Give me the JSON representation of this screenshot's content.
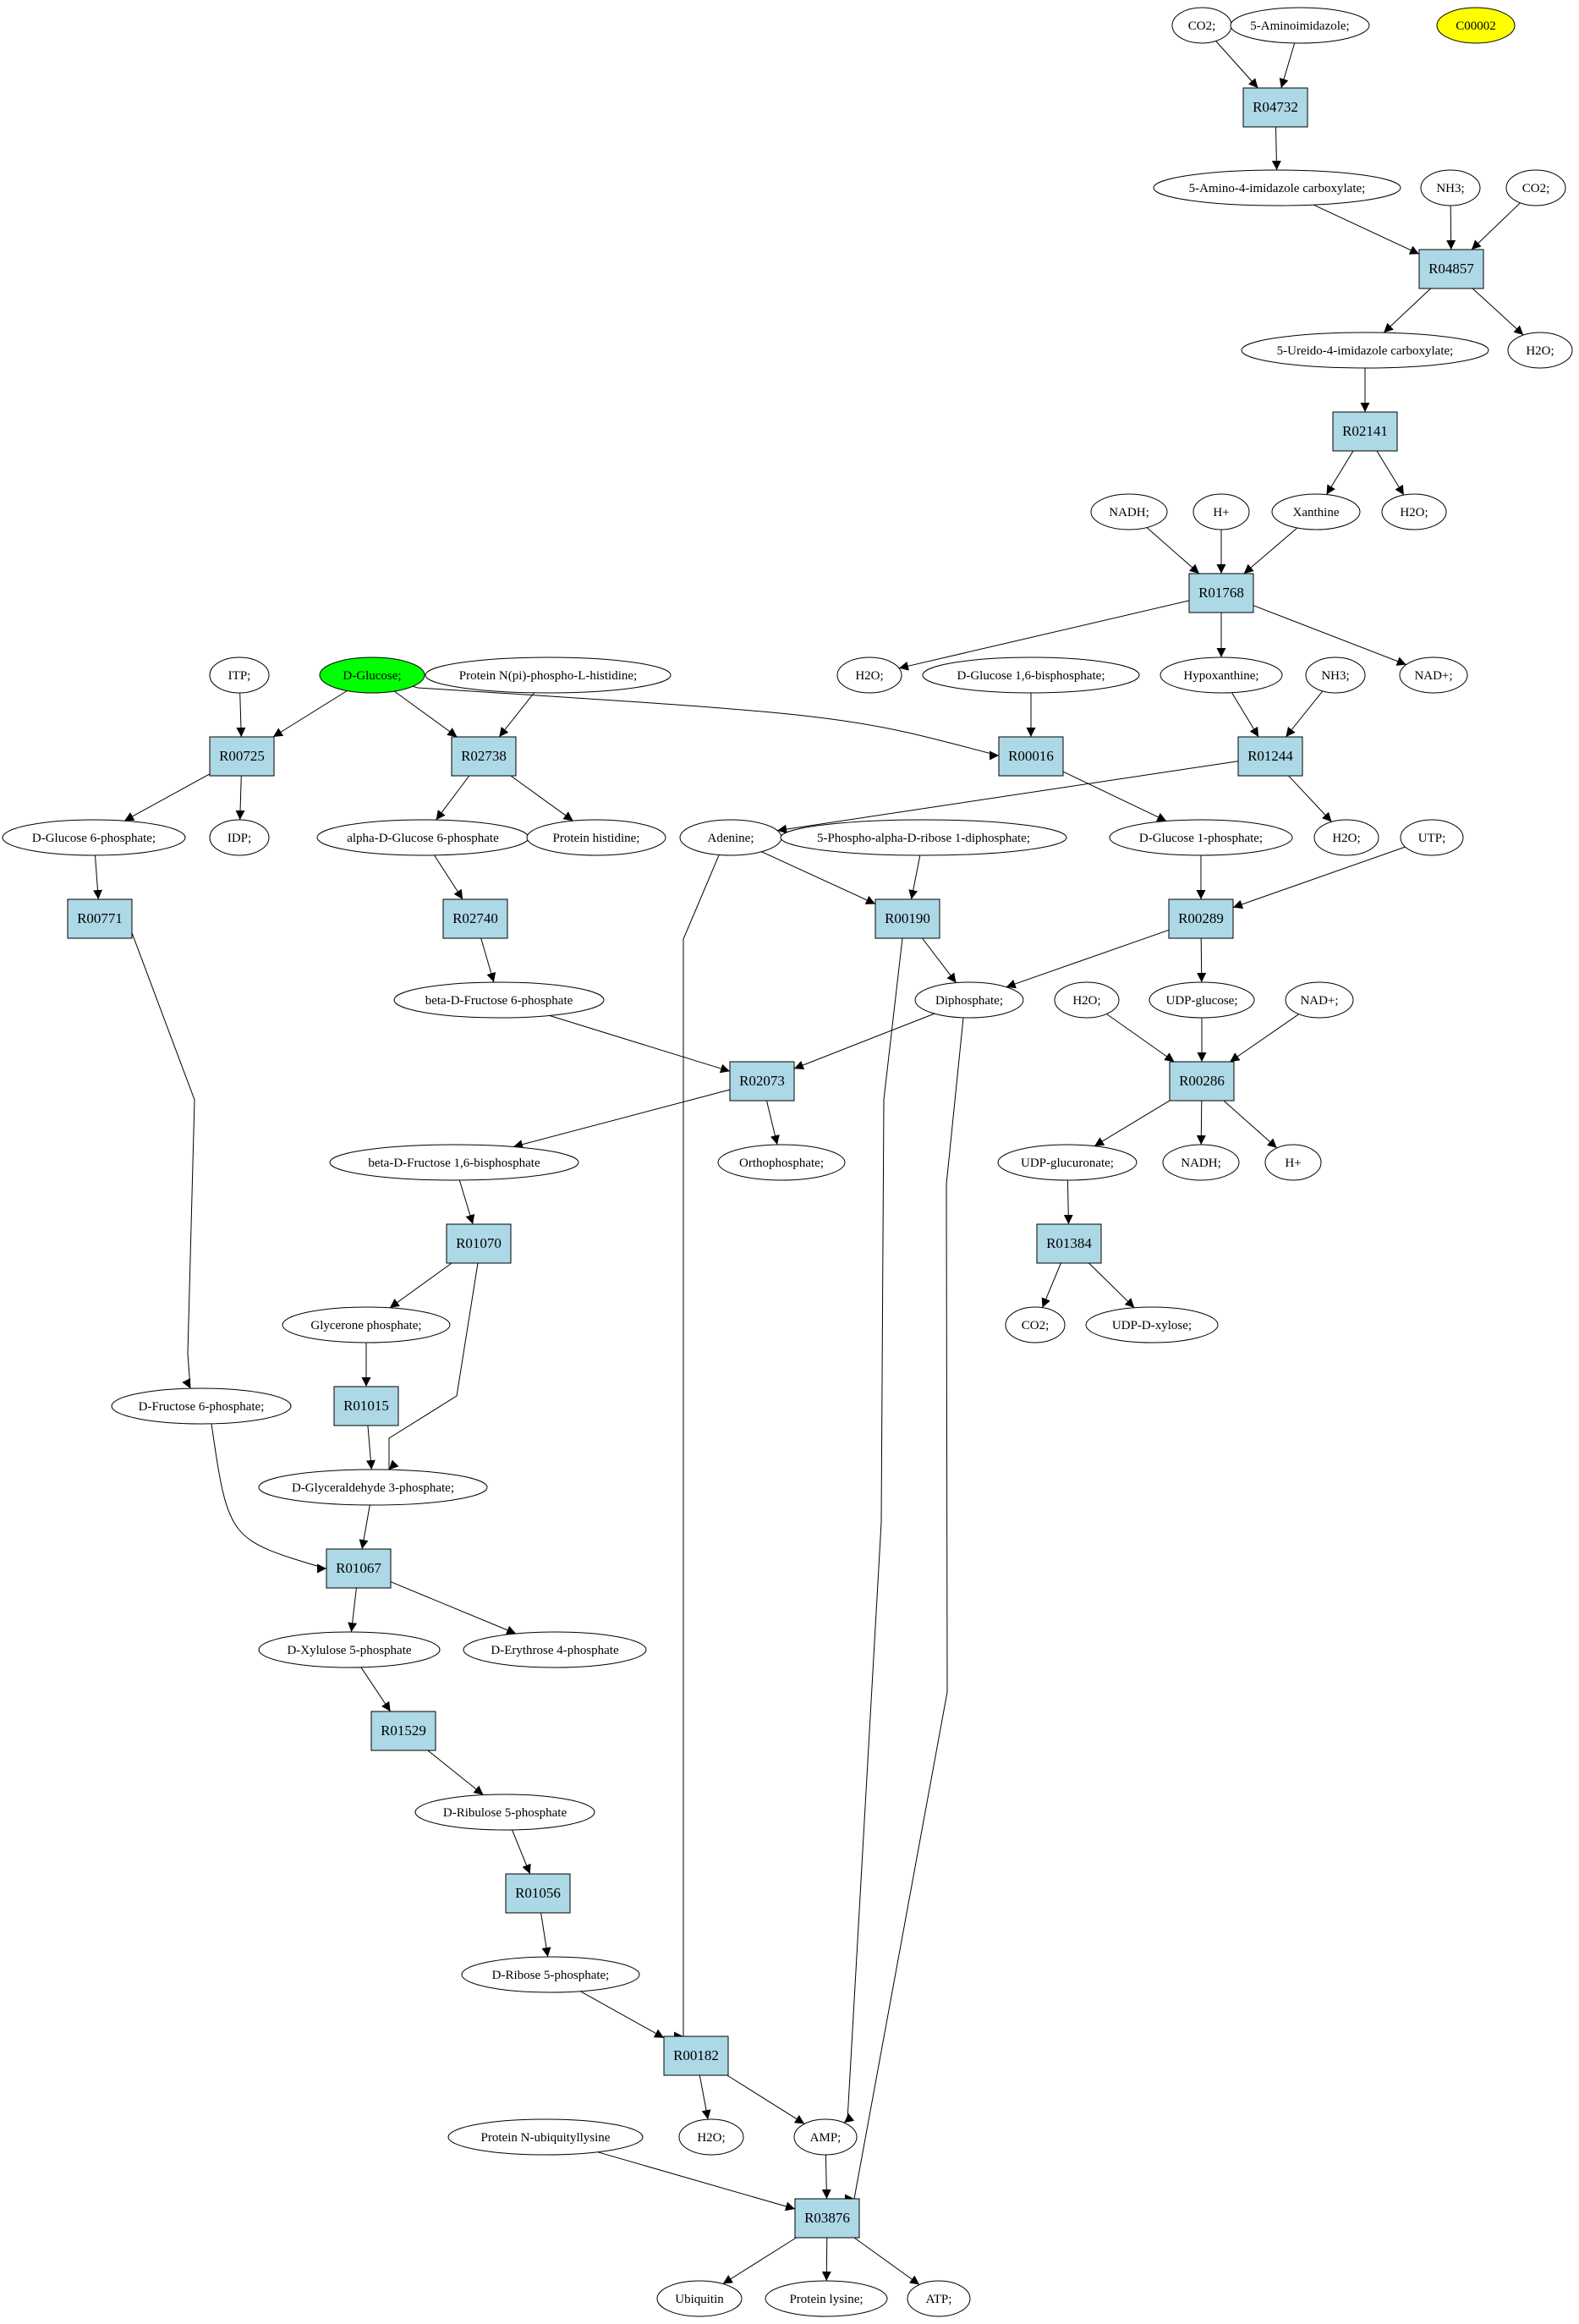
{
  "colors": {
    "reaction_fill": "#add8e6",
    "compound_fill": "#ffffff",
    "highlight_source": "#00ff00",
    "highlight_target": "#ffff00",
    "stroke": "#000000"
  },
  "nodes": [
    {
      "id": "c_co2_1",
      "label": "CO2;",
      "kind": "compound"
    },
    {
      "id": "c_5aminoimidazole",
      "label": "5-Aminoimidazole;",
      "kind": "compound"
    },
    {
      "id": "c_c00002",
      "label": "C00002",
      "kind": "compound",
      "highlight": "target"
    },
    {
      "id": "r_R04732",
      "label": "R04732",
      "kind": "reaction"
    },
    {
      "id": "c_5amino4imid",
      "label": "5-Amino-4-imidazole carboxylate;",
      "kind": "compound"
    },
    {
      "id": "c_nh3_1",
      "label": "NH3;",
      "kind": "compound"
    },
    {
      "id": "c_co2_2",
      "label": "CO2;",
      "kind": "compound"
    },
    {
      "id": "r_R04857",
      "label": "R04857",
      "kind": "reaction"
    },
    {
      "id": "c_5ureido",
      "label": "5-Ureido-4-imidazole carboxylate;",
      "kind": "compound"
    },
    {
      "id": "c_h2o_1",
      "label": "H2O;",
      "kind": "compound"
    },
    {
      "id": "r_R02141",
      "label": "R02141",
      "kind": "reaction"
    },
    {
      "id": "c_nadh_1",
      "label": "NADH;",
      "kind": "compound"
    },
    {
      "id": "c_hplus_1",
      "label": "H+",
      "kind": "compound"
    },
    {
      "id": "c_xanthine",
      "label": "Xanthine",
      "kind": "compound"
    },
    {
      "id": "c_h2o_2",
      "label": "H2O;",
      "kind": "compound"
    },
    {
      "id": "r_R01768",
      "label": "R01768",
      "kind": "reaction"
    },
    {
      "id": "c_itp",
      "label": "ITP;",
      "kind": "compound"
    },
    {
      "id": "c_dglucose",
      "label": "D-Glucose;",
      "kind": "compound",
      "highlight": "source"
    },
    {
      "id": "c_protnpi",
      "label": "Protein N(pi)-phospho-L-histidine;",
      "kind": "compound"
    },
    {
      "id": "c_h2o_3",
      "label": "H2O;",
      "kind": "compound"
    },
    {
      "id": "c_dg16bp",
      "label": "D-Glucose 1,6-bisphosphate;",
      "kind": "compound"
    },
    {
      "id": "c_hypoxanthine",
      "label": "Hypoxanthine;",
      "kind": "compound"
    },
    {
      "id": "c_nh3_2",
      "label": "NH3;",
      "kind": "compound"
    },
    {
      "id": "c_nadplus_1",
      "label": "NAD+;",
      "kind": "compound"
    },
    {
      "id": "r_R00725",
      "label": "R00725",
      "kind": "reaction"
    },
    {
      "id": "r_R02738",
      "label": "R02738",
      "kind": "reaction"
    },
    {
      "id": "r_R00016",
      "label": "R00016",
      "kind": "reaction"
    },
    {
      "id": "r_R01244",
      "label": "R01244",
      "kind": "reaction"
    },
    {
      "id": "c_dg6p",
      "label": "D-Glucose 6-phosphate;",
      "kind": "compound"
    },
    {
      "id": "c_idp",
      "label": "IDP;",
      "kind": "compound"
    },
    {
      "id": "c_adg6p",
      "label": "alpha-D-Glucose 6-phosphate",
      "kind": "compound"
    },
    {
      "id": "c_prothis",
      "label": "Protein histidine;",
      "kind": "compound"
    },
    {
      "id": "c_adenine",
      "label": "Adenine;",
      "kind": "compound"
    },
    {
      "id": "c_prpp",
      "label": "5-Phospho-alpha-D-ribose 1-diphosphate;",
      "kind": "compound"
    },
    {
      "id": "c_dg1p",
      "label": "D-Glucose 1-phosphate;",
      "kind": "compound"
    },
    {
      "id": "c_h2o_4",
      "label": "H2O;",
      "kind": "compound"
    },
    {
      "id": "c_utp",
      "label": "UTP;",
      "kind": "compound"
    },
    {
      "id": "r_R00771",
      "label": "R00771",
      "kind": "reaction"
    },
    {
      "id": "r_R02740",
      "label": "R02740",
      "kind": "reaction"
    },
    {
      "id": "r_R00190",
      "label": "R00190",
      "kind": "reaction"
    },
    {
      "id": "r_R00289",
      "label": "R00289",
      "kind": "reaction"
    },
    {
      "id": "c_bdf6p",
      "label": "beta-D-Fructose 6-phosphate",
      "kind": "compound"
    },
    {
      "id": "c_diphosphate",
      "label": "Diphosphate;",
      "kind": "compound"
    },
    {
      "id": "c_h2o_5",
      "label": "H2O;",
      "kind": "compound"
    },
    {
      "id": "c_udpglucose",
      "label": "UDP-glucose;",
      "kind": "compound"
    },
    {
      "id": "c_nadplus_2",
      "label": "NAD+;",
      "kind": "compound"
    },
    {
      "id": "r_R02073",
      "label": "R02073",
      "kind": "reaction"
    },
    {
      "id": "r_R00286",
      "label": "R00286",
      "kind": "reaction"
    },
    {
      "id": "c_bdf16bp",
      "label": "beta-D-Fructose 1,6-bisphosphate",
      "kind": "compound"
    },
    {
      "id": "c_orthophosphate",
      "label": "Orthophosphate;",
      "kind": "compound"
    },
    {
      "id": "c_udpglucuronate",
      "label": "UDP-glucuronate;",
      "kind": "compound"
    },
    {
      "id": "c_nadh_2",
      "label": "NADH;",
      "kind": "compound"
    },
    {
      "id": "c_hplus_2",
      "label": "H+",
      "kind": "compound"
    },
    {
      "id": "r_R01070",
      "label": "R01070",
      "kind": "reaction"
    },
    {
      "id": "r_R01384",
      "label": "R01384",
      "kind": "reaction"
    },
    {
      "id": "c_glycerone",
      "label": "Glycerone phosphate;",
      "kind": "compound"
    },
    {
      "id": "c_co2_3",
      "label": "CO2;",
      "kind": "compound"
    },
    {
      "id": "c_udpxylose",
      "label": "UDP-D-xylose;",
      "kind": "compound"
    },
    {
      "id": "c_df6p",
      "label": "D-Fructose 6-phosphate;",
      "kind": "compound"
    },
    {
      "id": "r_R01015",
      "label": "R01015",
      "kind": "reaction"
    },
    {
      "id": "c_dga3p",
      "label": "D-Glyceraldehyde 3-phosphate;",
      "kind": "compound"
    },
    {
      "id": "r_R01067",
      "label": "R01067",
      "kind": "reaction"
    },
    {
      "id": "c_dx5p",
      "label": "D-Xylulose 5-phosphate",
      "kind": "compound"
    },
    {
      "id": "c_de4p",
      "label": "D-Erythrose 4-phosphate",
      "kind": "compound"
    },
    {
      "id": "r_R01529",
      "label": "R01529",
      "kind": "reaction"
    },
    {
      "id": "c_dru5p",
      "label": "D-Ribulose 5-phosphate",
      "kind": "compound"
    },
    {
      "id": "r_R01056",
      "label": "R01056",
      "kind": "reaction"
    },
    {
      "id": "c_dr5p",
      "label": "D-Ribose 5-phosphate;",
      "kind": "compound"
    },
    {
      "id": "r_R00182",
      "label": "R00182",
      "kind": "reaction"
    },
    {
      "id": "c_protnubq",
      "label": "Protein N-ubiquityllysine",
      "kind": "compound"
    },
    {
      "id": "c_h2o_6",
      "label": "H2O;",
      "kind": "compound"
    },
    {
      "id": "c_amp",
      "label": "AMP;",
      "kind": "compound"
    },
    {
      "id": "r_R03876",
      "label": "R03876",
      "kind": "reaction"
    },
    {
      "id": "c_ubiquitin",
      "label": "Ubiquitin",
      "kind": "compound"
    },
    {
      "id": "c_protlys",
      "label": "Protein lysine;",
      "kind": "compound"
    },
    {
      "id": "c_atp",
      "label": "ATP;",
      "kind": "compound"
    }
  ],
  "edges": [
    [
      "c_co2_1",
      "r_R04732"
    ],
    [
      "c_5aminoimidazole",
      "r_R04732"
    ],
    [
      "r_R04732",
      "c_5amino4imid"
    ],
    [
      "c_5amino4imid",
      "r_R04857"
    ],
    [
      "c_nh3_1",
      "r_R04857"
    ],
    [
      "c_co2_2",
      "r_R04857"
    ],
    [
      "r_R04857",
      "c_5ureido"
    ],
    [
      "r_R04857",
      "c_h2o_1"
    ],
    [
      "c_5ureido",
      "r_R02141"
    ],
    [
      "r_R02141",
      "c_xanthine"
    ],
    [
      "r_R02141",
      "c_h2o_2"
    ],
    [
      "c_nadh_1",
      "r_R01768"
    ],
    [
      "c_hplus_1",
      "r_R01768"
    ],
    [
      "c_xanthine",
      "r_R01768"
    ],
    [
      "r_R01768",
      "c_h2o_3"
    ],
    [
      "r_R01768",
      "c_hypoxanthine"
    ],
    [
      "r_R01768",
      "c_nadplus_1"
    ],
    [
      "c_itp",
      "r_R00725"
    ],
    [
      "c_dglucose",
      "r_R00725"
    ],
    [
      "c_dglucose",
      "r_R02738"
    ],
    [
      "c_dglucose",
      "r_R00016"
    ],
    [
      "c_protnpi",
      "r_R02738"
    ],
    [
      "c_dg16bp",
      "r_R00016"
    ],
    [
      "c_hypoxanthine",
      "r_R01244"
    ],
    [
      "c_nh3_2",
      "r_R01244"
    ],
    [
      "r_R00725",
      "c_dg6p"
    ],
    [
      "r_R00725",
      "c_idp"
    ],
    [
      "r_R02738",
      "c_adg6p"
    ],
    [
      "r_R02738",
      "c_prothis"
    ],
    [
      "r_R00016",
      "c_dg1p"
    ],
    [
      "r_R01244",
      "c_adenine"
    ],
    [
      "r_R01244",
      "c_h2o_4"
    ],
    [
      "c_dg6p",
      "r_R00771"
    ],
    [
      "c_adg6p",
      "r_R02740"
    ],
    [
      "c_adenine",
      "r_R00190"
    ],
    [
      "c_prpp",
      "r_R00190"
    ],
    [
      "c_adenine",
      "r_R00182"
    ],
    [
      "c_dg1p",
      "r_R00289"
    ],
    [
      "c_utp",
      "r_R00289"
    ],
    [
      "r_R00771",
      "c_df6p"
    ],
    [
      "r_R02740",
      "c_bdf6p"
    ],
    [
      "r_R00190",
      "c_diphosphate"
    ],
    [
      "r_R00190",
      "c_amp"
    ],
    [
      "r_R00289",
      "c_diphosphate"
    ],
    [
      "r_R00289",
      "c_udpglucose"
    ],
    [
      "c_bdf6p",
      "r_R02073"
    ],
    [
      "c_diphosphate",
      "r_R02073"
    ],
    [
      "c_diphosphate",
      "r_R03876"
    ],
    [
      "c_h2o_5",
      "r_R00286"
    ],
    [
      "c_udpglucose",
      "r_R00286"
    ],
    [
      "c_nadplus_2",
      "r_R00286"
    ],
    [
      "r_R02073",
      "c_bdf16bp"
    ],
    [
      "r_R02073",
      "c_orthophosphate"
    ],
    [
      "r_R00286",
      "c_udpglucuronate"
    ],
    [
      "r_R00286",
      "c_nadh_2"
    ],
    [
      "r_R00286",
      "c_hplus_2"
    ],
    [
      "c_bdf16bp",
      "r_R01070"
    ],
    [
      "c_udpglucuronate",
      "r_R01384"
    ],
    [
      "r_R01070",
      "c_glycerone"
    ],
    [
      "r_R01070",
      "c_dga3p"
    ],
    [
      "r_R01384",
      "c_co2_3"
    ],
    [
      "r_R01384",
      "c_udpxylose"
    ],
    [
      "c_glycerone",
      "r_R01015"
    ],
    [
      "r_R01015",
      "c_dga3p"
    ],
    [
      "c_df6p",
      "r_R01067"
    ],
    [
      "c_dga3p",
      "r_R01067"
    ],
    [
      "r_R01067",
      "c_dx5p"
    ],
    [
      "r_R01067",
      "c_de4p"
    ],
    [
      "c_dx5p",
      "r_R01529"
    ],
    [
      "r_R01529",
      "c_dru5p"
    ],
    [
      "c_dru5p",
      "r_R01056"
    ],
    [
      "r_R01056",
      "c_dr5p"
    ],
    [
      "c_dr5p",
      "r_R00182"
    ],
    [
      "r_R00182",
      "c_h2o_6"
    ],
    [
      "r_R00182",
      "c_amp"
    ],
    [
      "c_protnubq",
      "r_R03876"
    ],
    [
      "c_amp",
      "r_R03876"
    ],
    [
      "r_R03876",
      "c_ubiquitin"
    ],
    [
      "r_R03876",
      "c_protlys"
    ],
    [
      "r_R03876",
      "c_atp"
    ]
  ]
}
